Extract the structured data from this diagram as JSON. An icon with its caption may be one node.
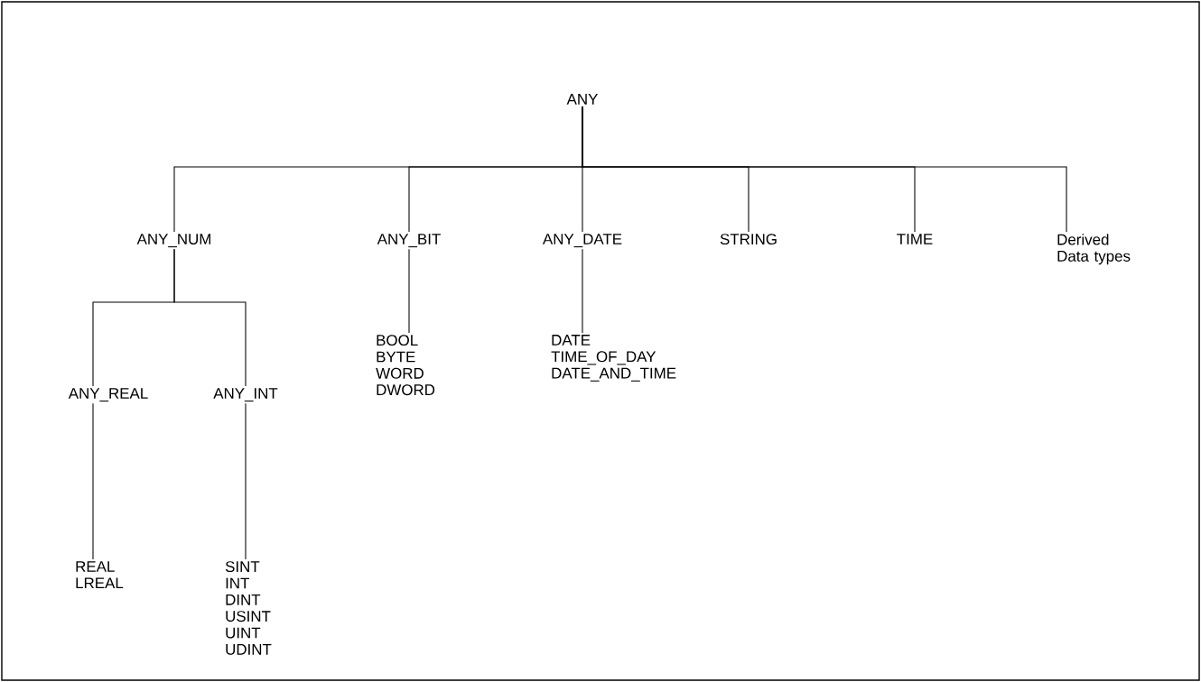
{
  "diagram": {
    "nodes": [
      {
        "text": [
          "ANY"
        ]
      },
      {
        "text": [
          "ANY_NUM"
        ]
      },
      {
        "text": [
          "ANY_BIT"
        ]
      },
      {
        "text": [
          "ANY_DATE"
        ]
      },
      {
        "text": [
          "STRING"
        ]
      },
      {
        "text": [
          "TIME"
        ]
      },
      {
        "text": [
          "Derived Data types"
        ]
      },
      {
        "text": [
          "ANY_REAL"
        ]
      },
      {
        "text": [
          "ANY_INT"
        ]
      },
      {
        "text": [
          "BOOL",
          "BYTE",
          "WORD",
          "DWORD"
        ]
      },
      {
        "text": [
          "DATE",
          "TIME_OF_DAY",
          "DATE_AND_TIME"
        ]
      },
      {
        "text": [
          "REAL",
          "LREAL"
        ]
      },
      {
        "text": [
          "SINT",
          "INT",
          "DINT",
          "USINT",
          "UINT",
          "UDINT"
        ]
      }
    ],
    "edges": [
      {
        "from": 0,
        "to": 1,
        "arrow": "none"
      },
      {
        "from": 0,
        "to": 2,
        "arrow": "none"
      },
      {
        "from": 0,
        "to": 3,
        "arrow": "none"
      },
      {
        "from": 0,
        "to": 4,
        "arrow": "none"
      },
      {
        "from": 0,
        "to": 5,
        "arrow": "none"
      },
      {
        "from": 0,
        "to": 6,
        "arrow": "none"
      },
      {
        "from": 1,
        "to": 7,
        "arrow": "none"
      },
      {
        "from": 1,
        "to": 8,
        "arrow": "none"
      },
      {
        "from": 2,
        "to": 9,
        "arrow": "none"
      },
      {
        "from": 3,
        "to": 10,
        "arrow": "none"
      },
      {
        "from": 7,
        "to": 11,
        "arrow": "none"
      },
      {
        "from": 8,
        "to": 12,
        "arrow": "none"
      }
    ]
  }
}
